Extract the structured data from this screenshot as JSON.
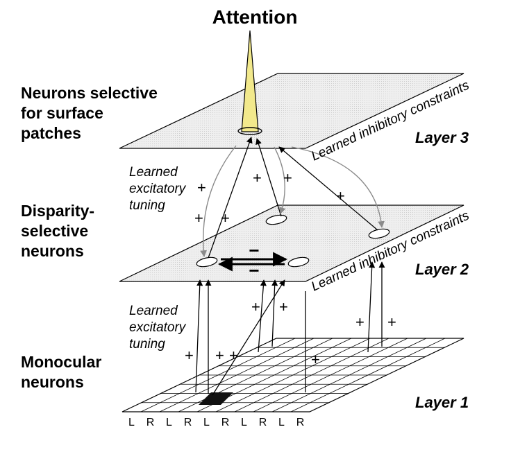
{
  "title": "Attention",
  "side_labels": {
    "layer3": [
      "Neurons selective",
      "for surface",
      "patches"
    ],
    "layer2": [
      "Disparity-",
      "selective",
      "neurons"
    ],
    "layer1": [
      "Monocular",
      "neurons"
    ]
  },
  "layer_names": {
    "layer3": "Layer 3",
    "layer2": "Layer 2",
    "layer1": "Layer 1"
  },
  "constraints": {
    "upper": "Learned inhibitory constraints",
    "lower": "Learned inhibitory constraints"
  },
  "tuning_notes": {
    "upper": [
      "Learned",
      "excitatory",
      "tuning"
    ],
    "lower": [
      "Learned",
      "excitatory",
      "tuning"
    ]
  },
  "plus_sign": "+",
  "minus_sign": "−",
  "eye_labels": [
    "L",
    "R",
    "L",
    "R",
    "L",
    "R",
    "L",
    "R",
    "L",
    "R"
  ],
  "colors": {
    "attention_beam": "#f2e98c",
    "plane_fill": "#ededed",
    "gray_arrow": "#8a8a8a",
    "grid_shadow": "#555555"
  }
}
